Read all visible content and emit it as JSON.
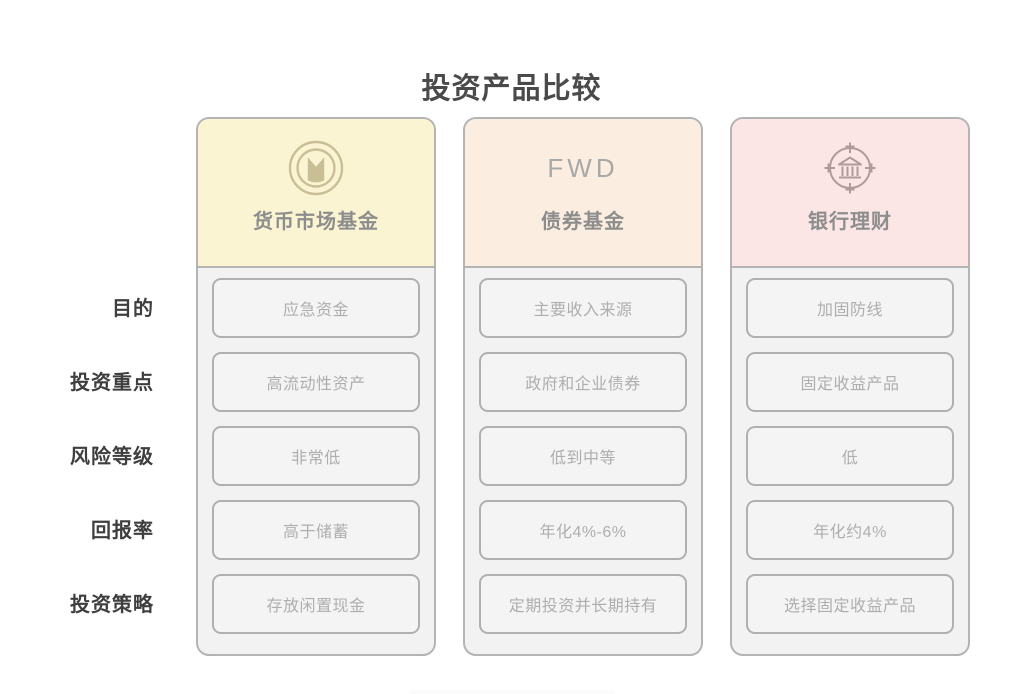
{
  "title": "投资产品比较",
  "colors": {
    "background": "#ffffff",
    "title_text": "#4a4a4a",
    "row_label_text": "#3e3e3e",
    "card_border": "#b4b4b4",
    "card_body": "#f2f2f2",
    "cell_border": "#b0b0b0",
    "cell_fill": "#f4f4f4",
    "cell_text": "#aeaeae",
    "col_title_text": "#8d8d8d",
    "header_money_market": "#faf4d2",
    "header_bond_fund": "#fbeddf",
    "header_bank_wealth": "#fbe5e5",
    "icon_money_market": "#c9bf96",
    "icon_bond_fund": "#a8a8a8",
    "icon_bank_wealth": "#b09b9b"
  },
  "row_labels": [
    {
      "label": "目的"
    },
    {
      "label": "投资重点"
    },
    {
      "label": "风险等级"
    },
    {
      "label": "回报率"
    },
    {
      "label": "投资策略"
    }
  ],
  "columns": [
    {
      "title": "货币市场基金",
      "logo_type": "icon",
      "logo_icon": "coin-m-icon",
      "logo_text": "",
      "header_color": "#faf4d2",
      "icon_color": "#c9bf96",
      "cells": [
        "应急资金",
        "高流动性资产",
        "非常低",
        "高于储蓄",
        "存放闲置现金"
      ]
    },
    {
      "title": "债券基金",
      "logo_type": "text",
      "logo_icon": "fwd-wordmark-icon",
      "logo_text": "FWD",
      "header_color": "#fbeddf",
      "icon_color": "#a8a8a8",
      "cells": [
        "主要收入来源",
        "政府和企业债券",
        "低到中等",
        "年化4%-6%",
        "定期投资并长期持有"
      ]
    },
    {
      "title": "银行理财",
      "logo_type": "icon",
      "logo_icon": "bank-target-icon",
      "logo_text": "",
      "header_color": "#fbe5e5",
      "icon_color": "#b09b9b",
      "cells": [
        "加固防线",
        "固定收益产品",
        "低",
        "年化约4%",
        "选择固定收益产品"
      ]
    }
  ]
}
